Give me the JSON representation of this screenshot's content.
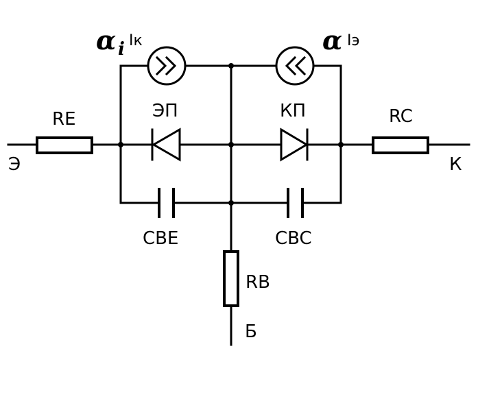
{
  "labels": {
    "emitter_terminal": "Э",
    "collector_terminal": "К",
    "base_terminal": "Б",
    "re": "RE",
    "rc": "RC",
    "rb": "RB",
    "emitter_junction": "ЭП",
    "collector_junction": "КП",
    "cbe": "CBE",
    "cbc": "CBC",
    "source_left_alpha": "α",
    "source_left_sub": "i",
    "source_left_current": "Iк",
    "source_right_alpha": "α",
    "source_right_current": "Iэ"
  }
}
